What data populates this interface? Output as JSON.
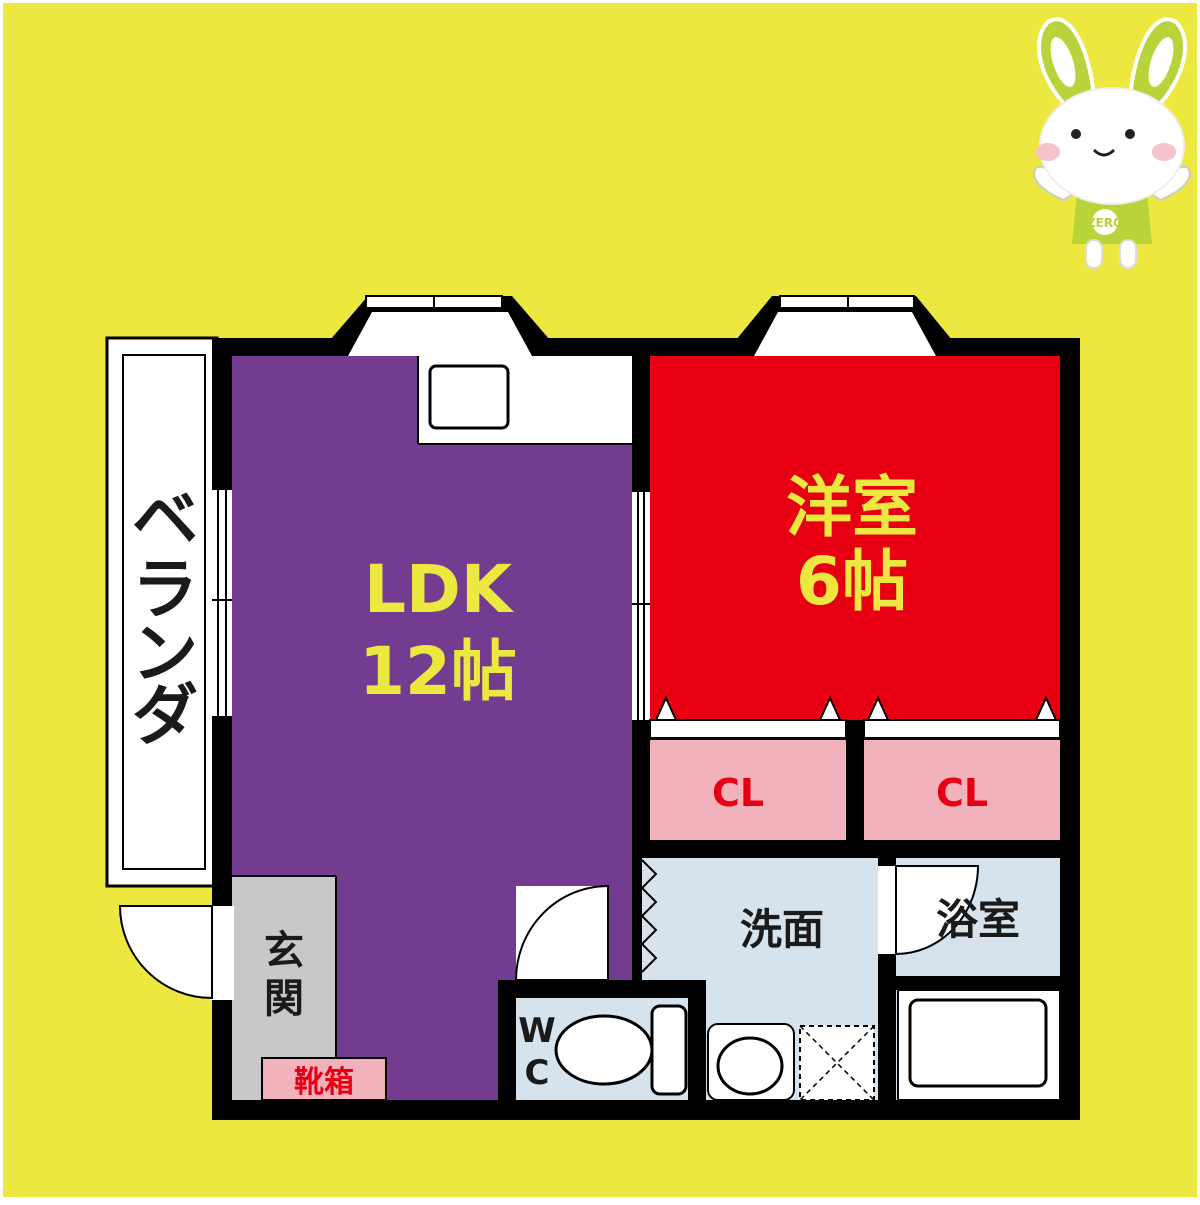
{
  "floorplan": {
    "colors": {
      "background": "#ECE840",
      "wall": "#000000",
      "ldk": "#733C90",
      "bedroom": "#E60012",
      "closet": "#F2B2BB",
      "wet_area": "#D6E3EC",
      "entrance": "#C8C8C8",
      "shoe_box": "#F2B2BB",
      "label_yellow": "#ECE840",
      "label_red": "#E60012",
      "label_black": "#1A1A1A"
    },
    "rooms": {
      "ldk": {
        "name": "LDK",
        "size": "12帖"
      },
      "bedroom": {
        "name": "洋室",
        "size": "6帖"
      },
      "closet_left": {
        "name": "CL"
      },
      "closet_right": {
        "name": "CL"
      },
      "washroom": {
        "name": "洗面"
      },
      "bathroom": {
        "name": "浴室"
      },
      "entrance": {
        "name_top": "玄",
        "name_bottom": "関"
      },
      "shoe_box": {
        "name": "靴箱"
      },
      "toilet": {
        "name_top": "W",
        "name_bottom": "C"
      },
      "veranda": {
        "chars": [
          "ベ",
          "ラ",
          "ン",
          "ダ"
        ]
      }
    },
    "mascot": {
      "icon": "rabbit-mascot-icon",
      "body_text": "ZERO"
    }
  }
}
